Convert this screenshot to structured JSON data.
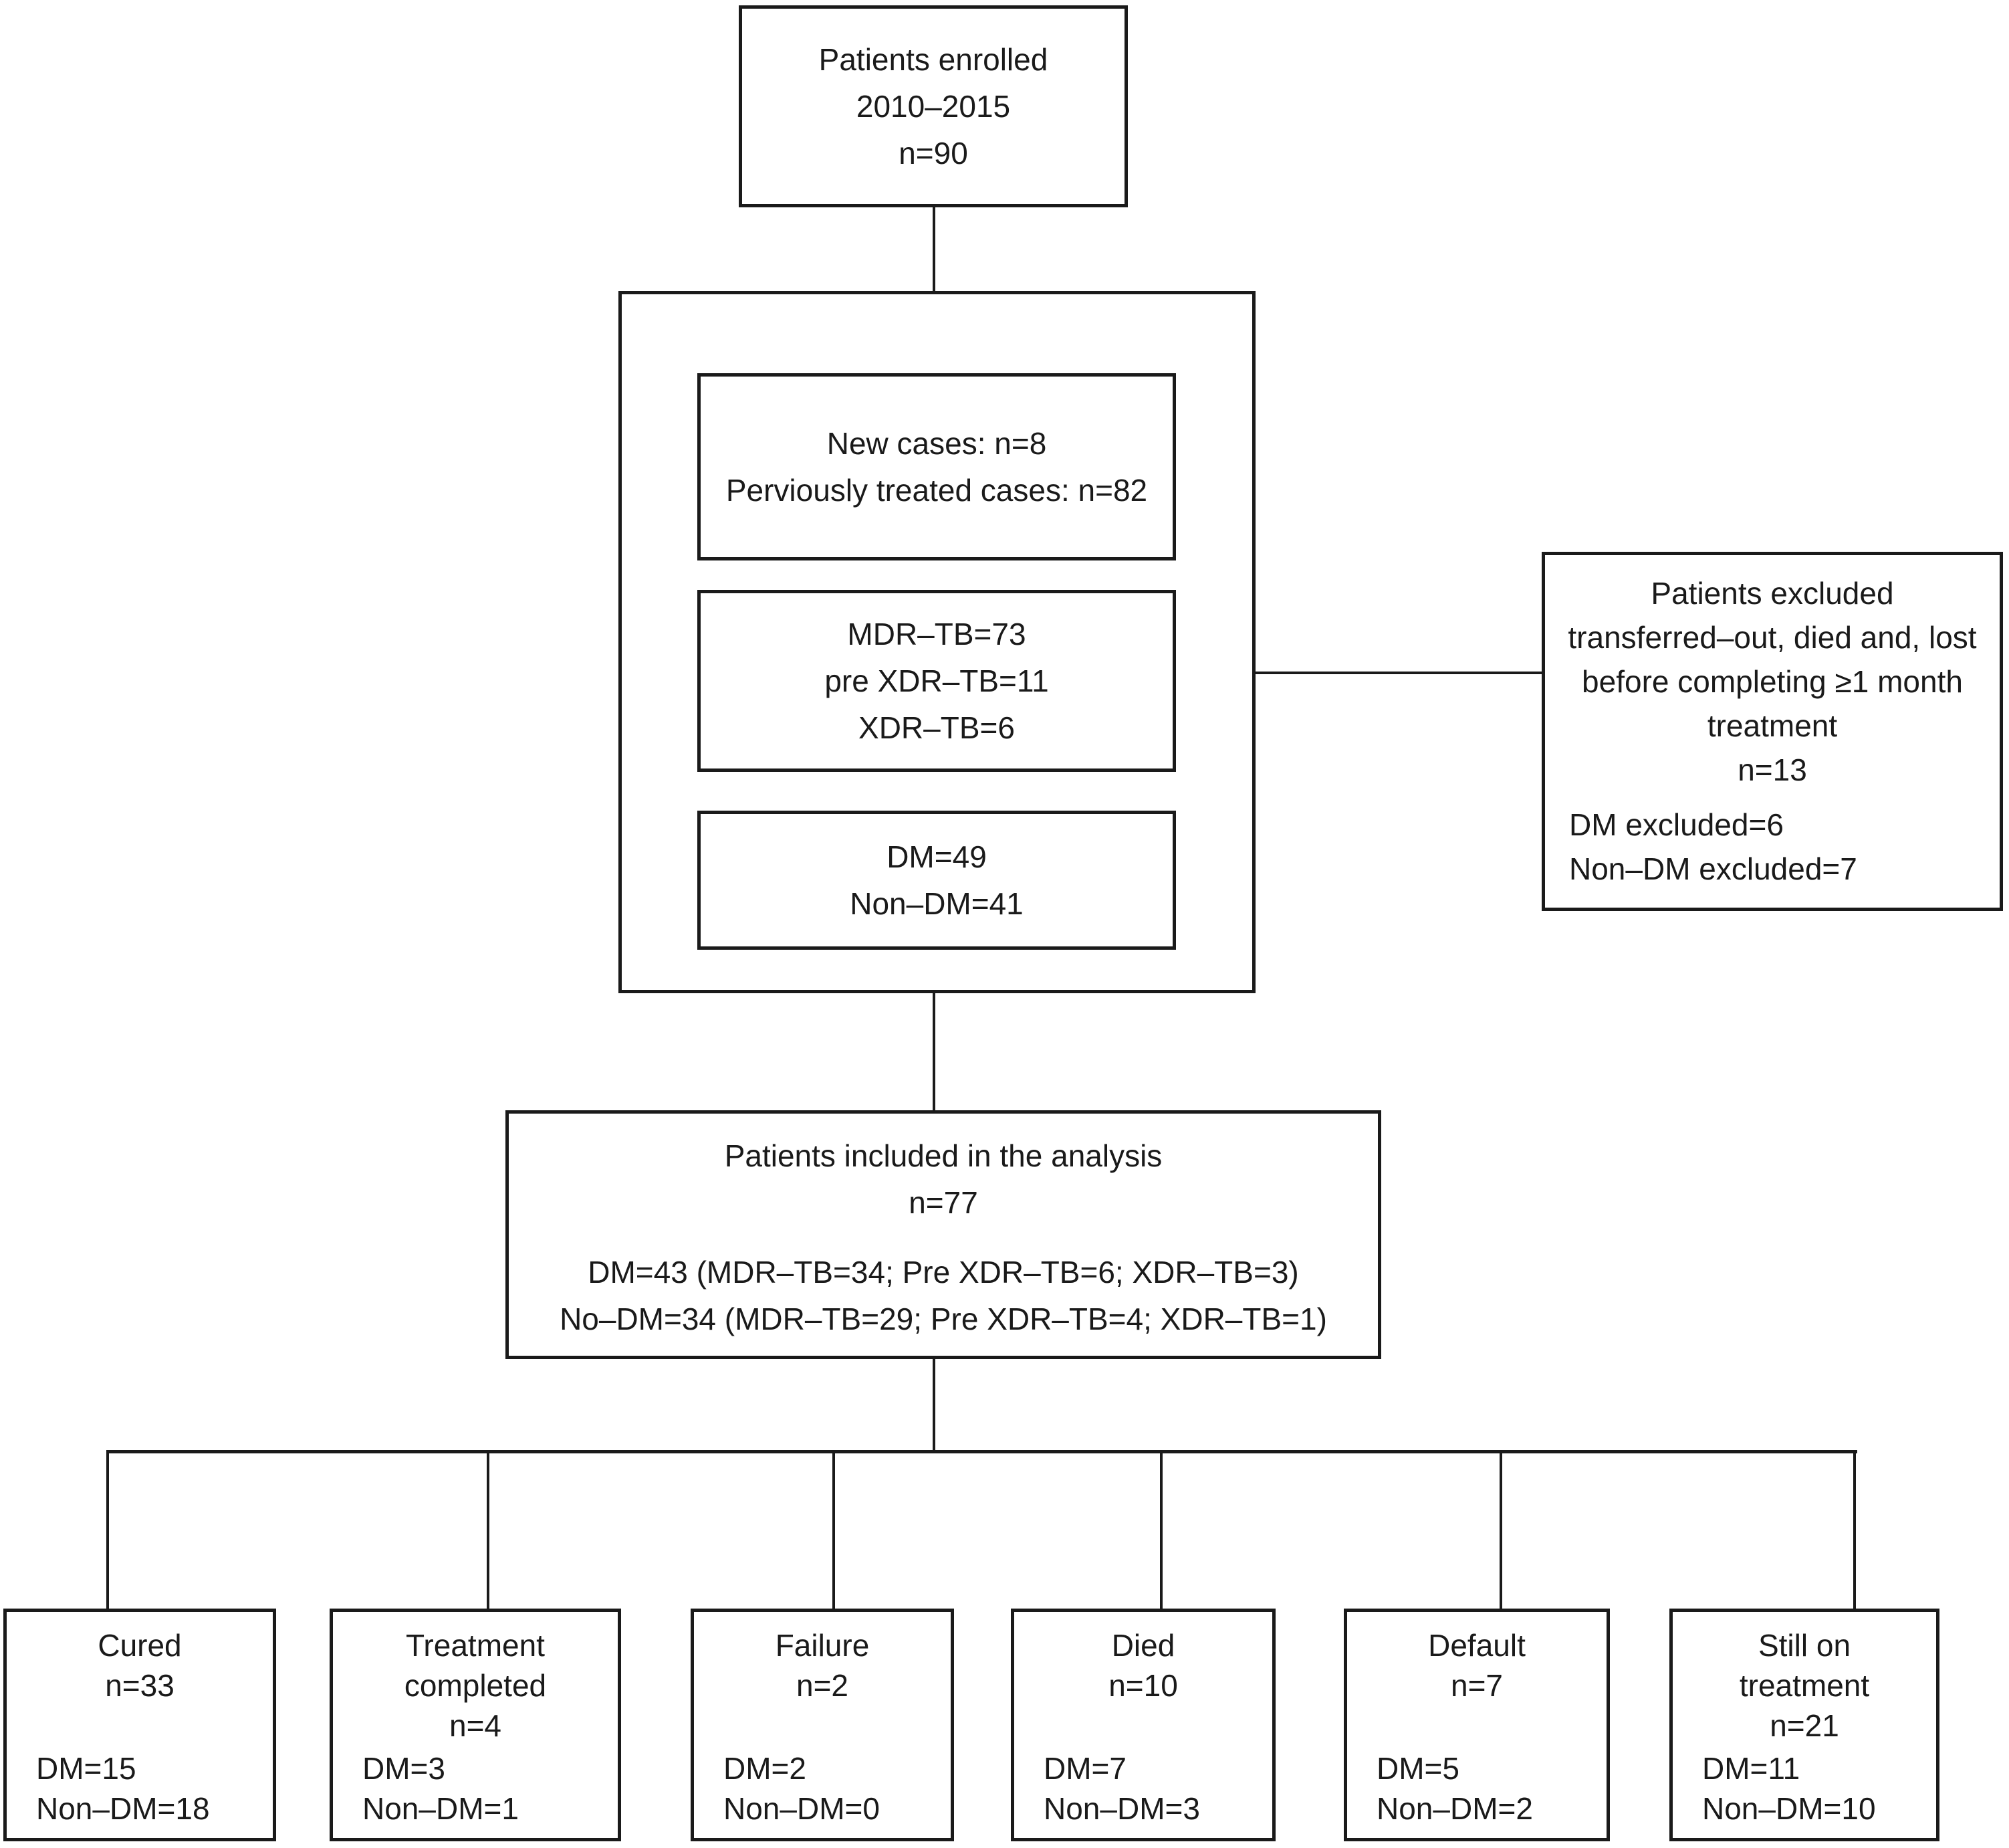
{
  "diagram": {
    "enrolled": [
      "Patients enrolled",
      "2010–2015",
      "n=90"
    ],
    "cases": [
      "New cases: n=8",
      "Perviously treated cases: n=82"
    ],
    "resistance": [
      "MDR–TB=73",
      "pre XDR–TB=11",
      "XDR–TB=6"
    ],
    "dm_split": [
      "DM=49",
      "Non–DM=41"
    ],
    "excluded": {
      "title": [
        "Patients excluded",
        "transferred–out, died and, lost",
        "before completing ≥1 month",
        "treatment",
        "n=13"
      ],
      "detail": [
        "DM excluded=6",
        "Non–DM excluded=7"
      ]
    },
    "included": {
      "title": [
        "Patients included in the analysis",
        "n=77"
      ],
      "detail": [
        "DM=43 (MDR–TB=34; Pre XDR–TB=6; XDR–TB=3)",
        "No–DM=34 (MDR–TB=29; Pre XDR–TB=4; XDR–TB=1)"
      ]
    },
    "outcomes": [
      {
        "name": "cured",
        "header": [
          "Cured",
          "n=33"
        ],
        "detail": [
          "DM=15",
          "Non–DM=18"
        ]
      },
      {
        "name": "treatment-completed",
        "header": [
          "Treatment",
          "completed",
          "n=4"
        ],
        "detail": [
          "DM=3",
          "Non–DM=1"
        ]
      },
      {
        "name": "failure",
        "header": [
          "Failure",
          "n=2"
        ],
        "detail": [
          "DM=2",
          "Non–DM=0"
        ]
      },
      {
        "name": "died",
        "header": [
          "Died",
          "n=10"
        ],
        "detail": [
          "DM=7",
          "Non–DM=3"
        ]
      },
      {
        "name": "default",
        "header": [
          "Default",
          "n=7"
        ],
        "detail": [
          "DM=5",
          "Non–DM=2"
        ]
      },
      {
        "name": "still-on-treatment",
        "header": [
          "Still on",
          "treatment",
          "n=21"
        ],
        "detail": [
          "DM=11",
          "Non–DM=10"
        ]
      }
    ]
  },
  "colors": {
    "ink": "#1a1a1a",
    "background": "#ffffff"
  }
}
